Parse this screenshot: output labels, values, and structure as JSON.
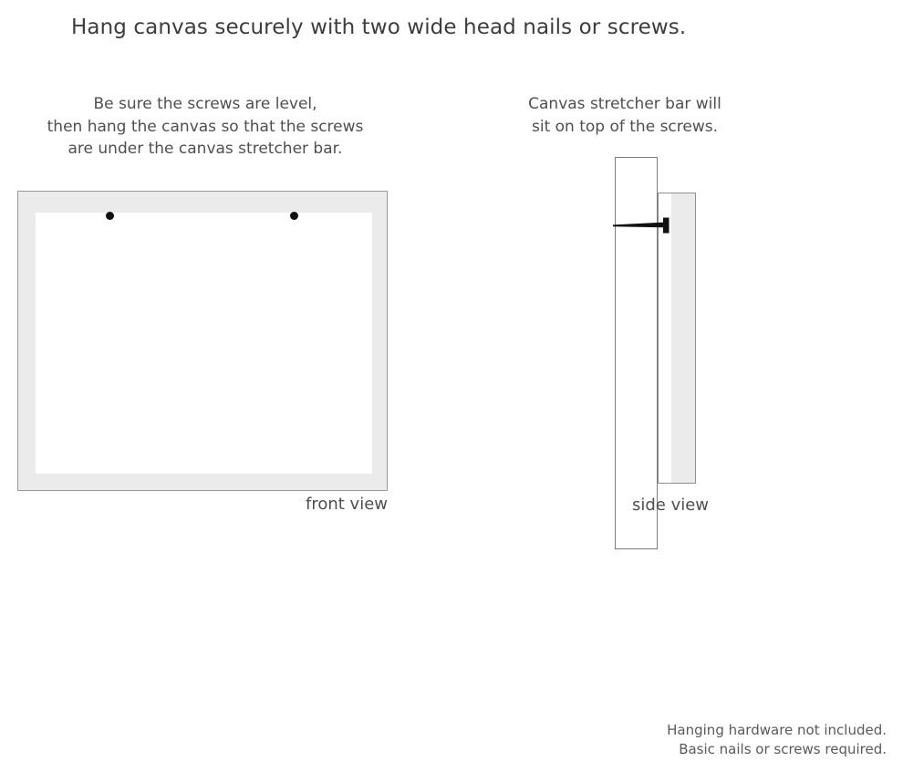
{
  "title": "Hang canvas securely with two wide head nails or screws.",
  "front_panel": {
    "caption_lines": [
      "Be sure the screws are level,",
      "then hang the canvas so that the screws",
      "are under the canvas stretcher bar."
    ],
    "view_label": "front view",
    "frame_color": "#ebebeb",
    "frame_border_color": "#9a9a9a",
    "canvas_color": "#ffffff",
    "screw_color": "#111111",
    "screw_count": 2
  },
  "side_panel": {
    "caption_lines": [
      "Canvas stretcher bar will",
      "sit on top of the screws."
    ],
    "view_label": "side view",
    "wall_color": "#ffffff",
    "wall_border_color": "#7d7d7d",
    "bar_color": "#ebebeb",
    "bar_border_color": "#8f8f8f",
    "nail_color": "#111111"
  },
  "footer": {
    "lines": [
      "Hanging hardware not included.",
      "Basic nails or screws required."
    ]
  }
}
